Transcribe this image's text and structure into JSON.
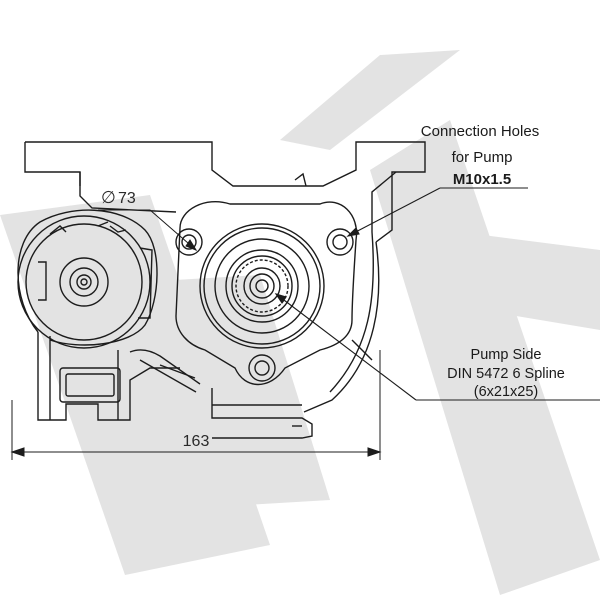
{
  "drawing": {
    "watermark_color": "#e3e3e3",
    "line_color": "#1c1c1c",
    "callout_connection": {
      "line1": "Connection Holes",
      "line2": "for Pump",
      "line3": "M10x1.5"
    },
    "callout_pump_side": {
      "line1": "Pump Side",
      "line2": "DIN 5472 6 Spline",
      "line3": "(6x21x25)"
    },
    "dimension_diameter": "73",
    "dimension_diameter_symbol": "∅",
    "dimension_width": "163"
  }
}
